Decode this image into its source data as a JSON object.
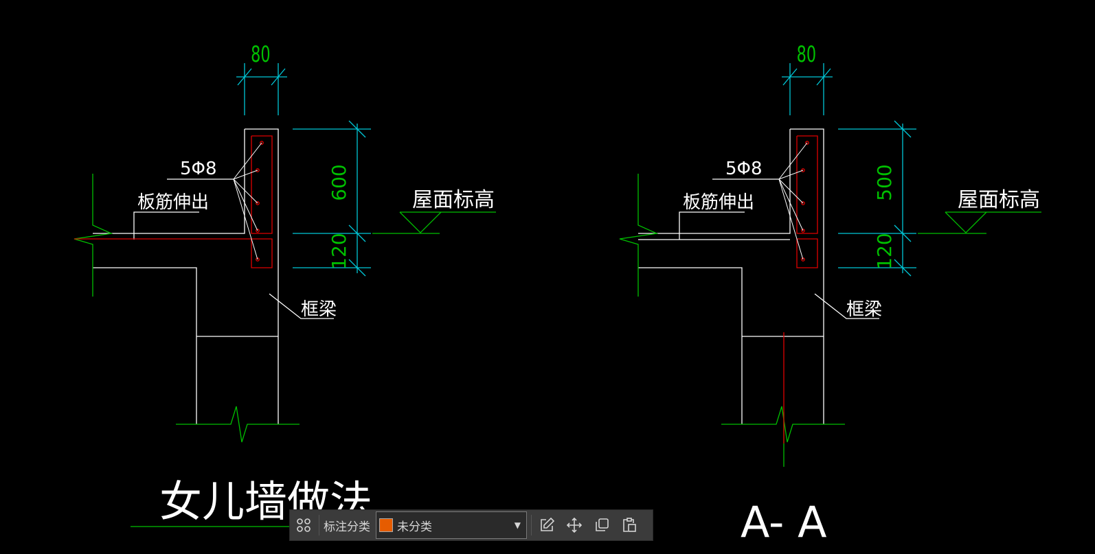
{
  "colors": {
    "background": "#000000",
    "outline": "#ffffff",
    "dimension": "#00c8d8",
    "dim_text": "#00c000",
    "break_line": "#00c000",
    "rebar": "#e00000",
    "toolbar_bg": "#3b3b3b",
    "swatch": "#e65c00"
  },
  "drawings": [
    {
      "width_dim": "80",
      "height_dim": "600",
      "slab_dim": "120",
      "rebar_label": "5Φ8",
      "slab_bar_label": "板筋伸出",
      "elevation_label": "屋面标高",
      "beam_label": "框梁",
      "caption": "女儿墙做法"
    },
    {
      "width_dim": "80",
      "height_dim": "500",
      "slab_dim": "120",
      "rebar_label": "5Φ8",
      "slab_bar_label": "板筋伸出",
      "elevation_label": "屋面标高",
      "beam_label": "框梁",
      "caption": "A- A"
    }
  ],
  "toolbar": {
    "category_label": "标注分类",
    "category_value": "未分类",
    "icons": [
      "grid-menu-icon",
      "edit-icon",
      "move-icon",
      "copy-icon",
      "paste-icon"
    ]
  }
}
